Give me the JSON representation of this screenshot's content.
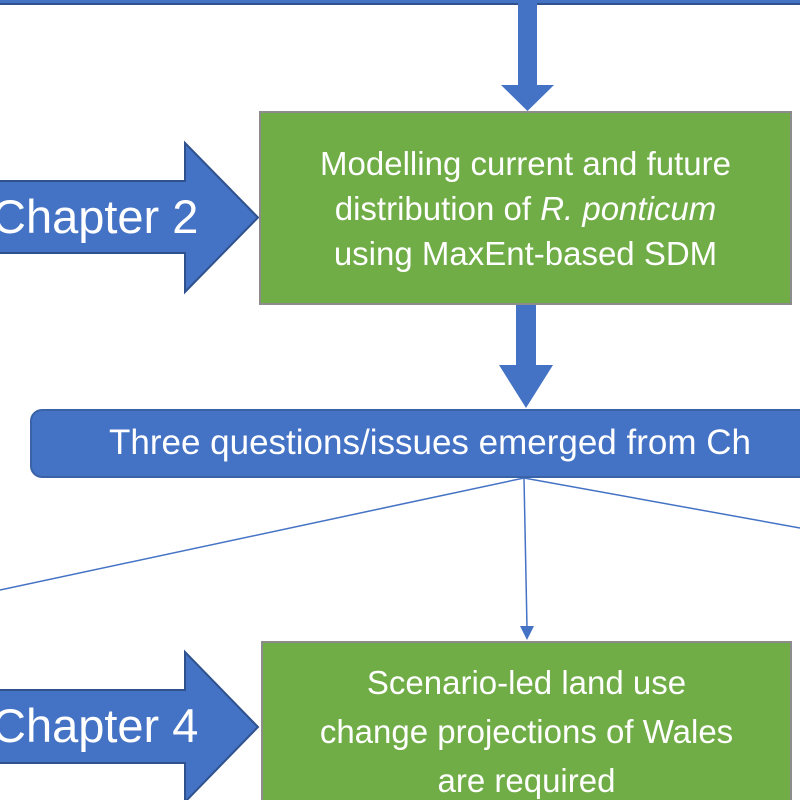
{
  "diagram": {
    "title_hint": "chapter-flowchart",
    "chapter2_arrow": {
      "label": "Chapter 2"
    },
    "chapter4_arrow": {
      "label": "Chapter 4"
    },
    "box_modelling": {
      "line1": "Modelling current and future",
      "line2_prefix": "distribution of ",
      "line2_italic": "R. ponticum",
      "line3": "using MaxEnt-based SDM"
    },
    "box_questions": {
      "text": "Three questions/issues emerged from Ch"
    },
    "box_scenario": {
      "line1": "Scenario-led land use",
      "line2": "change projections of Wales",
      "line3": "are required"
    },
    "colors": {
      "green_fill": "#70AD47",
      "green_border": "#8C8C8C",
      "blue_fill": "#4472C4",
      "blue_dark_border": "#2F528F",
      "text": "#FFFFFF"
    }
  }
}
